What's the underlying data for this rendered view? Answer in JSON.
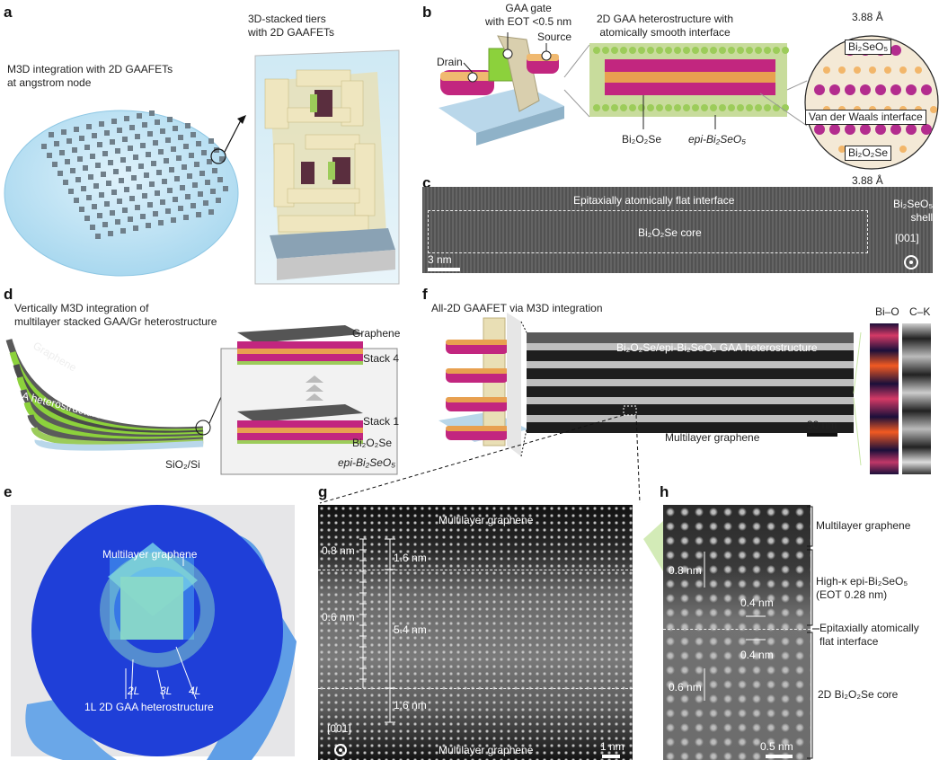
{
  "panels": {
    "a": {
      "label": "a",
      "title_line1": "M3D integration with 2D GAAFETs",
      "title_line2": "at angstrom node",
      "stack_line1": "3D-stacked tiers",
      "stack_line2": "with 2D GAAFETs"
    },
    "b": {
      "label": "b",
      "gate_line1": "GAA gate",
      "gate_line2": "with EOT <0.5 nm",
      "source": "Source",
      "drain": "Drain",
      "hetero_line1": "2D GAA heterostructure with",
      "hetero_line2": "atomically smooth interface",
      "core_label": "Bi₂O₂Se",
      "shell_label": "epi-Bi₂SeO₅",
      "top_spacing": "3.88 Å",
      "top_material": "Bi₂SeO₅",
      "interface": "Van der Waals interface",
      "bottom_material": "Bi₂O₂Se",
      "bottom_spacing": "3.88 Å"
    },
    "c": {
      "label": "c",
      "interface": "Epitaxially atomically flat interface",
      "shell_line1": "Bi₂SeO₅",
      "shell_line2": "shell",
      "core": "Bi₂O₂Se core",
      "zone": "[001]",
      "scale": "3 nm"
    },
    "d": {
      "label": "d",
      "title_line1": "Vertically M3D integration of",
      "title_line2": "multilayer stacked GAA/Gr heterostructure",
      "graphene_arc": "Graphene",
      "gaa_arc": "GAA heterostructure",
      "substrate": "SiO₂/Si",
      "graphene": "Graphene",
      "stack4": "Stack 4",
      "stack1": "Stack 1",
      "core": "Bi₂O₂Se",
      "shell": "epi-Bi₂SeO₅"
    },
    "e": {
      "label": "e",
      "graphene": "Multilayer graphene",
      "l2": "2L",
      "l3": "3L",
      "l4": "4L",
      "l1": "1L 2D GAA heterostructure"
    },
    "f": {
      "label": "f",
      "title": "All-2D GAAFET via M3D integration",
      "hetero": "Bi₂O₂Se/epi-Bi₂SeO₅ GAA heterostructure",
      "graphene": "Multilayer graphene",
      "scale": "30 nm",
      "map1": "Bi–O",
      "map2": "C–K"
    },
    "g": {
      "label": "g",
      "top": "Multilayer graphene",
      "bottom": "Multilayer graphene",
      "d1": "0.8 nm",
      "d2": "1.6 nm",
      "d3": "0.6 nm",
      "d4": "5.4 nm",
      "d5": "1.6 nm",
      "zone": "[001]",
      "scale": "1 nm"
    },
    "h": {
      "label": "h",
      "graphene": "Multilayer graphene",
      "d1": "0.8 nm",
      "d2": "0.4 nm",
      "d3": "0.4 nm",
      "d4": "0.6 nm",
      "scale": "0.5 nm",
      "highk_line1": "High-κ epi-Bi₂SeO₅",
      "highk_line2": "(EOT 0.28 nm)",
      "flat_line1": "Epitaxially atomically",
      "flat_line2": "flat interface",
      "core": "2D Bi₂O₂Se core"
    }
  },
  "colors": {
    "green": "#9ccc5a",
    "magenta": "#c2267f",
    "orange": "#e8a050",
    "wafer_blue": "#1f3fd8",
    "pale_blue": "#bfe3f5",
    "glove_blue": "#6aa7e8"
  }
}
